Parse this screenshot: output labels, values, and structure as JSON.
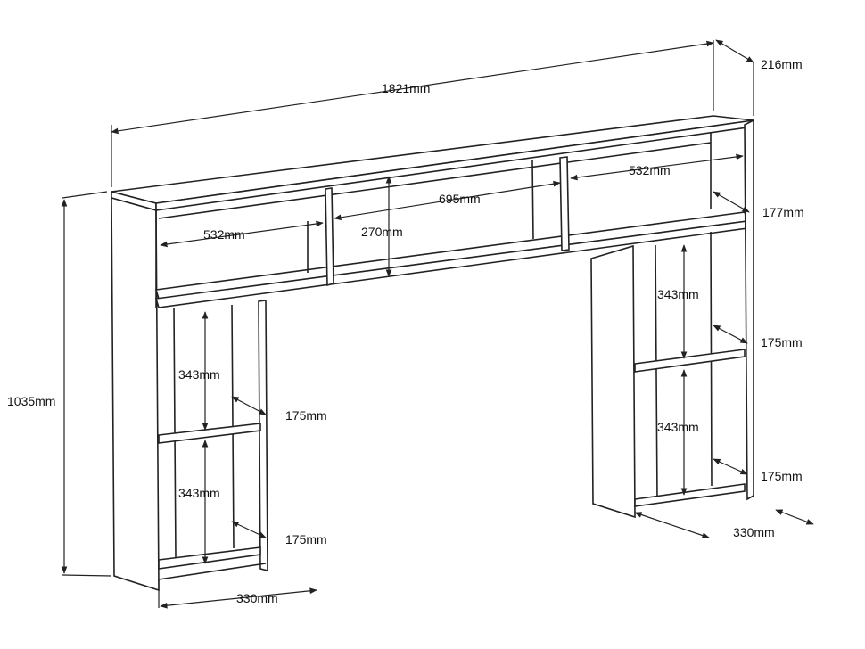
{
  "title": "Bookcase headboard dimensions",
  "dimensions": {
    "total_width": "1821mm",
    "depth": "216mm",
    "total_height": "1035mm",
    "top_left_compartment": "532mm",
    "top_middle_compartment": "695mm",
    "top_right_compartment": "532mm",
    "top_compartment_height": "270mm",
    "top_depth": "177mm",
    "left_upper_shelf_height": "343mm",
    "left_lower_shelf_height": "343mm",
    "right_upper_shelf_height": "343mm",
    "right_lower_shelf_height": "343mm",
    "left_upper_shelf_depth": "175mm",
    "left_lower_shelf_depth": "175mm",
    "right_upper_shelf_depth": "175mm",
    "right_lower_shelf_depth": "175mm",
    "left_column_width": "330mm",
    "right_column_width": "330mm"
  }
}
